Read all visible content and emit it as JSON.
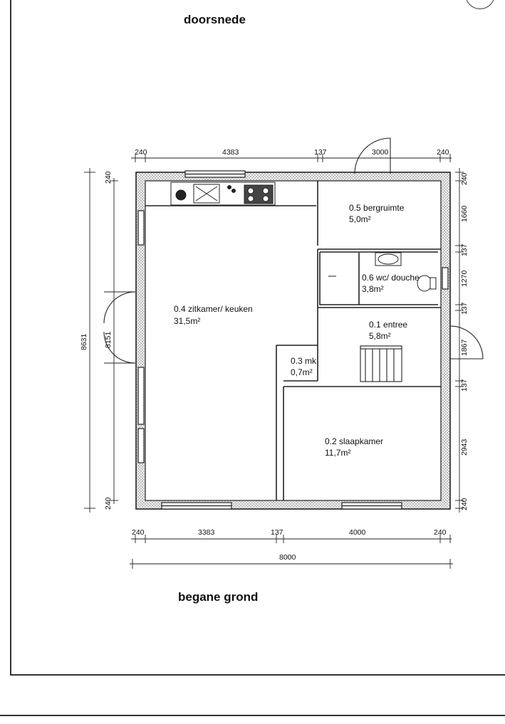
{
  "titles": {
    "top": "doorsnede",
    "bottom": "begane grond"
  },
  "rooms": [
    {
      "label": "0.4 zitkamer/ keuken",
      "area": "31,5m²"
    },
    {
      "label": "0.5 bergruimte",
      "area": "5,0m²"
    },
    {
      "label": "0.6 wc/ douche",
      "area": "3,8m²"
    },
    {
      "label": "0.1 entree",
      "area": "5,8m²"
    },
    {
      "label": "0.3 mk",
      "area": "0,7m²"
    },
    {
      "label": "0.2 slaapkamer",
      "area": "11,7m²"
    }
  ],
  "dimensions": {
    "top": [
      "240",
      "4383",
      "137",
      "3000",
      "240"
    ],
    "left_outer": "8631",
    "left_inner": "8151",
    "left_top": "240",
    "left_bottom": "240",
    "right": [
      "240",
      "1660",
      "137",
      "1270",
      "137",
      "1867",
      "137",
      "2943",
      "240"
    ],
    "bottom": [
      "240",
      "3383",
      "137",
      "4000",
      "240"
    ],
    "bottom_total": "8000"
  }
}
